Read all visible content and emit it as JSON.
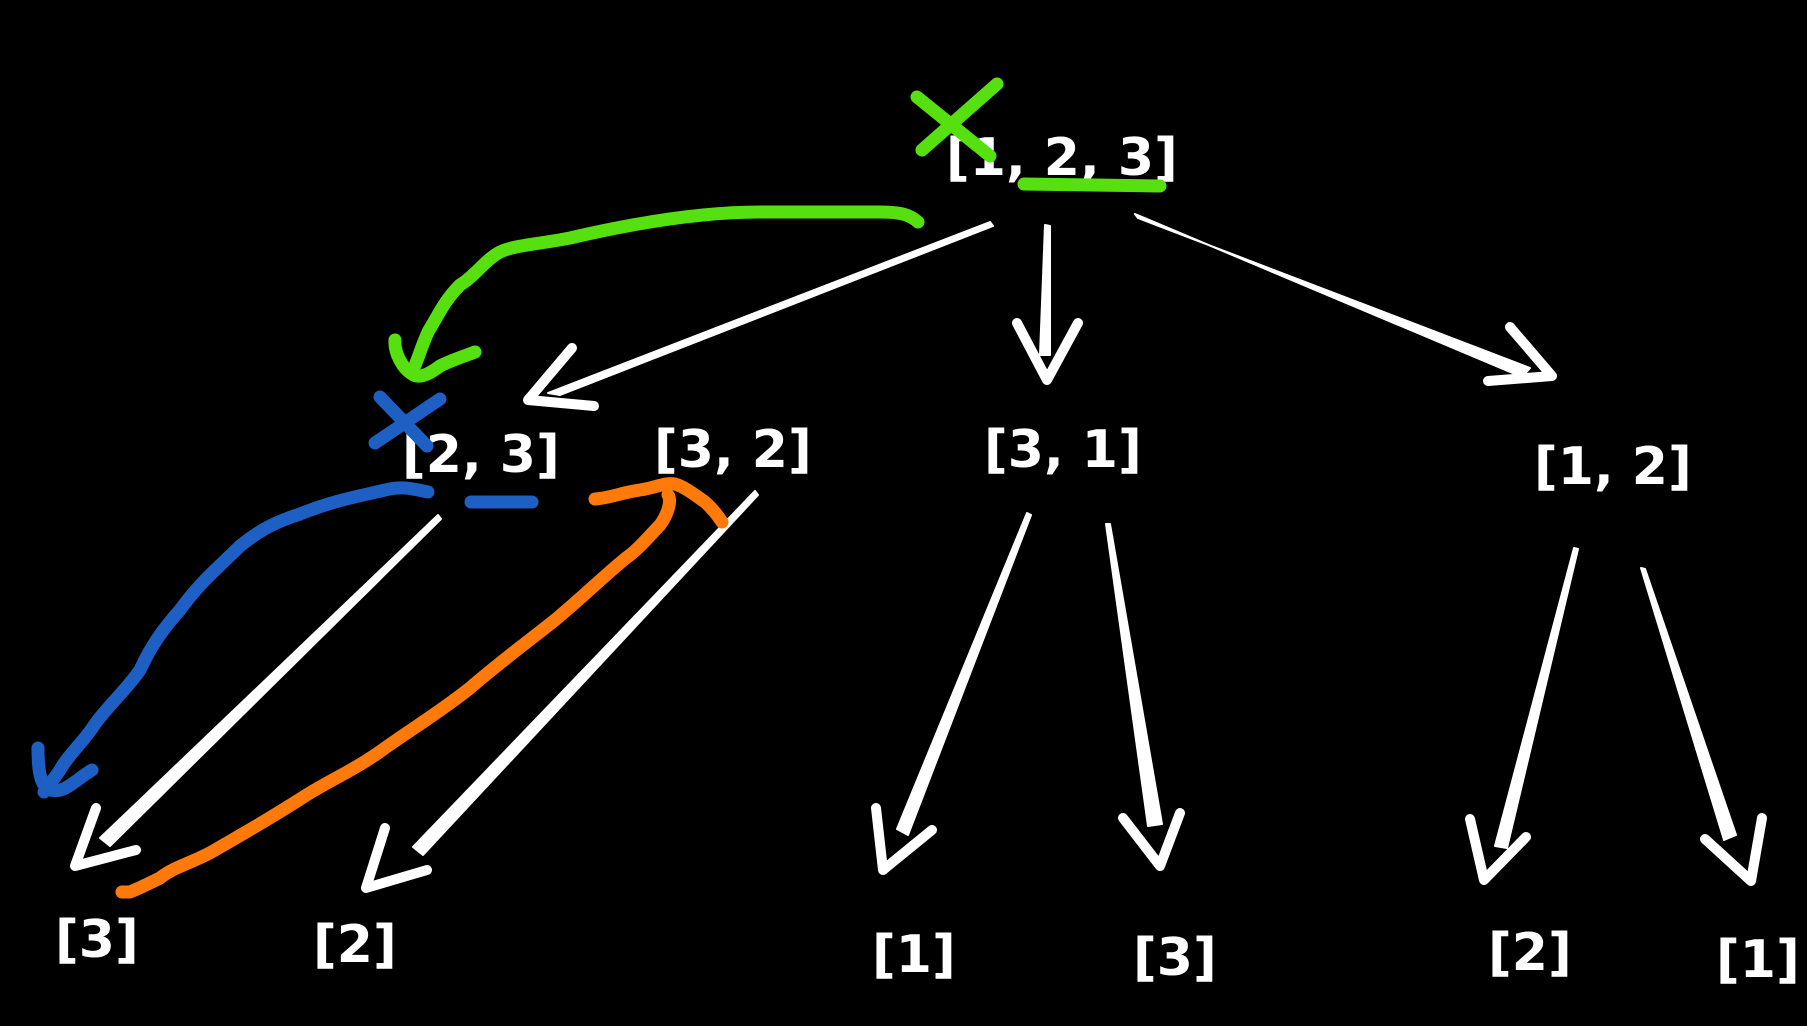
{
  "tree": {
    "root": {
      "label": "[1, 2, 3]"
    },
    "level1": [
      {
        "label": "[2, 3]"
      },
      {
        "label": "[3, 2]"
      },
      {
        "label": "[3, 1]"
      },
      {
        "label": "[1, 2]"
      }
    ],
    "leaves": [
      {
        "label": "[3]"
      },
      {
        "label": "[2]"
      },
      {
        "label": "[1]"
      },
      {
        "label": "[3]"
      },
      {
        "label": "[2]"
      },
      {
        "label": "[1]"
      }
    ]
  },
  "colors": {
    "background": "#000000",
    "arrows": "#ffffff",
    "annotation_green": "#56e010",
    "annotation_blue": "#1e5fc4",
    "annotation_orange": "#ff7a0a"
  }
}
